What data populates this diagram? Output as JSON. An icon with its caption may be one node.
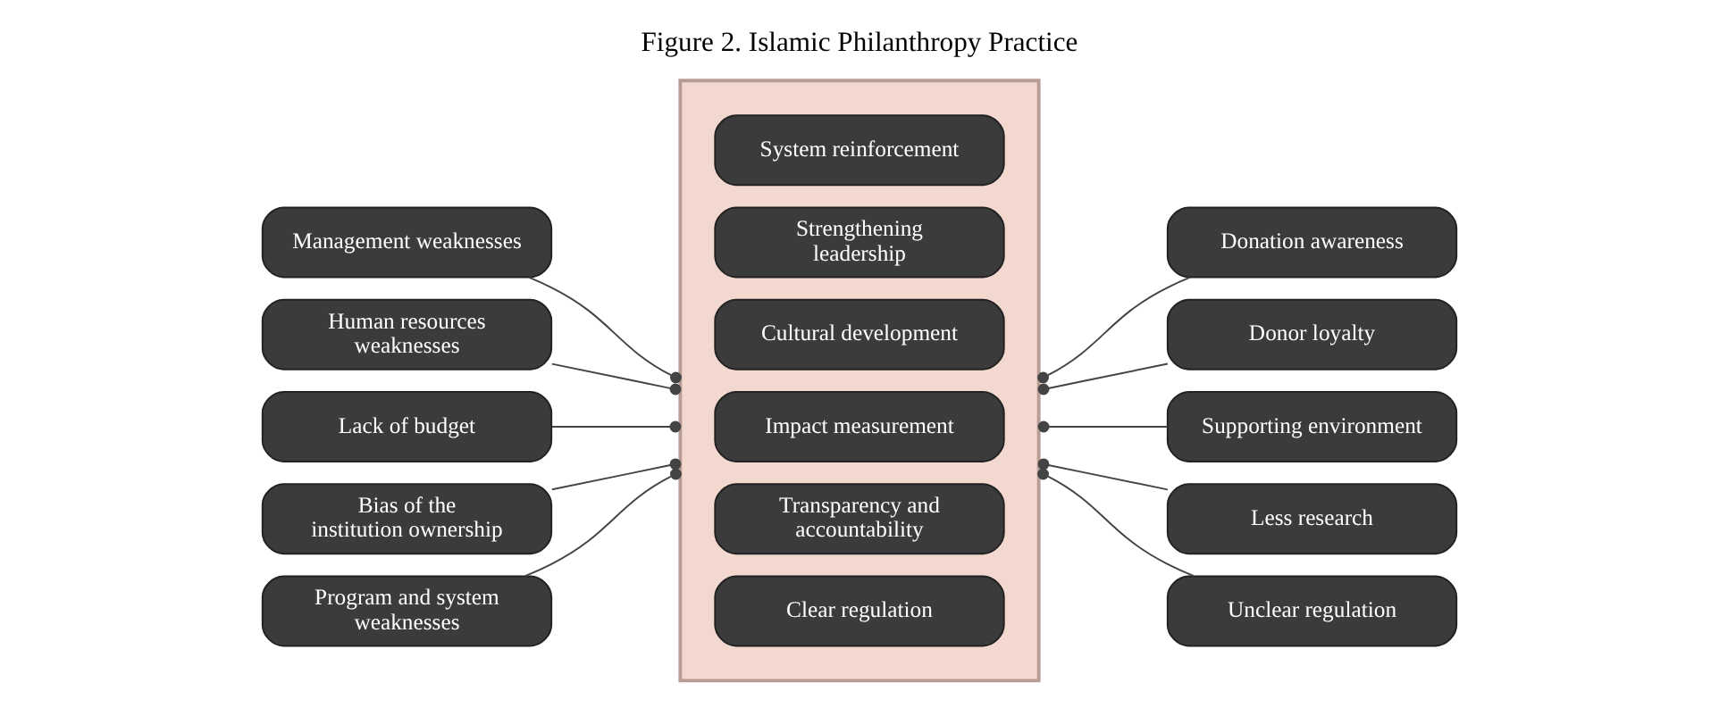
{
  "diagram": {
    "title": "Figure 2. Islamic Philanthropy Practice",
    "nodes": [
      {
        "text": [
          "Management weaknesses"
        ]
      },
      {
        "text": [
          "Human resources weaknesses"
        ]
      },
      {
        "text": [
          "Lack of budget"
        ]
      },
      {
        "text": [
          "Bias of the institution ownership"
        ]
      },
      {
        "text": [
          "Program and system weaknesses"
        ]
      },
      {
        "text": [],
        "shape": "box"
      },
      {
        "text": [
          "System reinforcement"
        ],
        "in": 5
      },
      {
        "text": [
          "Strengthening leadership"
        ],
        "in": 5
      },
      {
        "text": [
          "Cultural development"
        ],
        "in": 5
      },
      {
        "text": [
          "Impact measurement"
        ],
        "in": 5
      },
      {
        "text": [
          "Transparency and accountability"
        ],
        "in": 5
      },
      {
        "text": [
          "Clear regulation"
        ],
        "in": 5
      },
      {
        "text": [
          "Donation awareness"
        ]
      },
      {
        "text": [
          "Donor loyalty"
        ]
      },
      {
        "text": [
          "Supporting environment"
        ]
      },
      {
        "text": [
          "Less research"
        ]
      },
      {
        "text": [
          "Unclear regulation"
        ]
      }
    ],
    "edges": [
      {
        "from": 0,
        "to": 5,
        "arrow": "other"
      },
      {
        "from": 1,
        "to": 5,
        "arrow": "other"
      },
      {
        "from": 2,
        "to": 5,
        "arrow": "other"
      },
      {
        "from": 3,
        "to": 5,
        "arrow": "other"
      },
      {
        "from": 4,
        "to": 5,
        "arrow": "other"
      },
      {
        "from": 5,
        "to": 12,
        "arrow": "other"
      },
      {
        "from": 5,
        "to": 13,
        "arrow": "other"
      },
      {
        "from": 5,
        "to": 14,
        "arrow": "other"
      },
      {
        "from": 5,
        "to": 15,
        "arrow": "other"
      },
      {
        "from": 5,
        "to": 16,
        "arrow": "other"
      }
    ]
  }
}
